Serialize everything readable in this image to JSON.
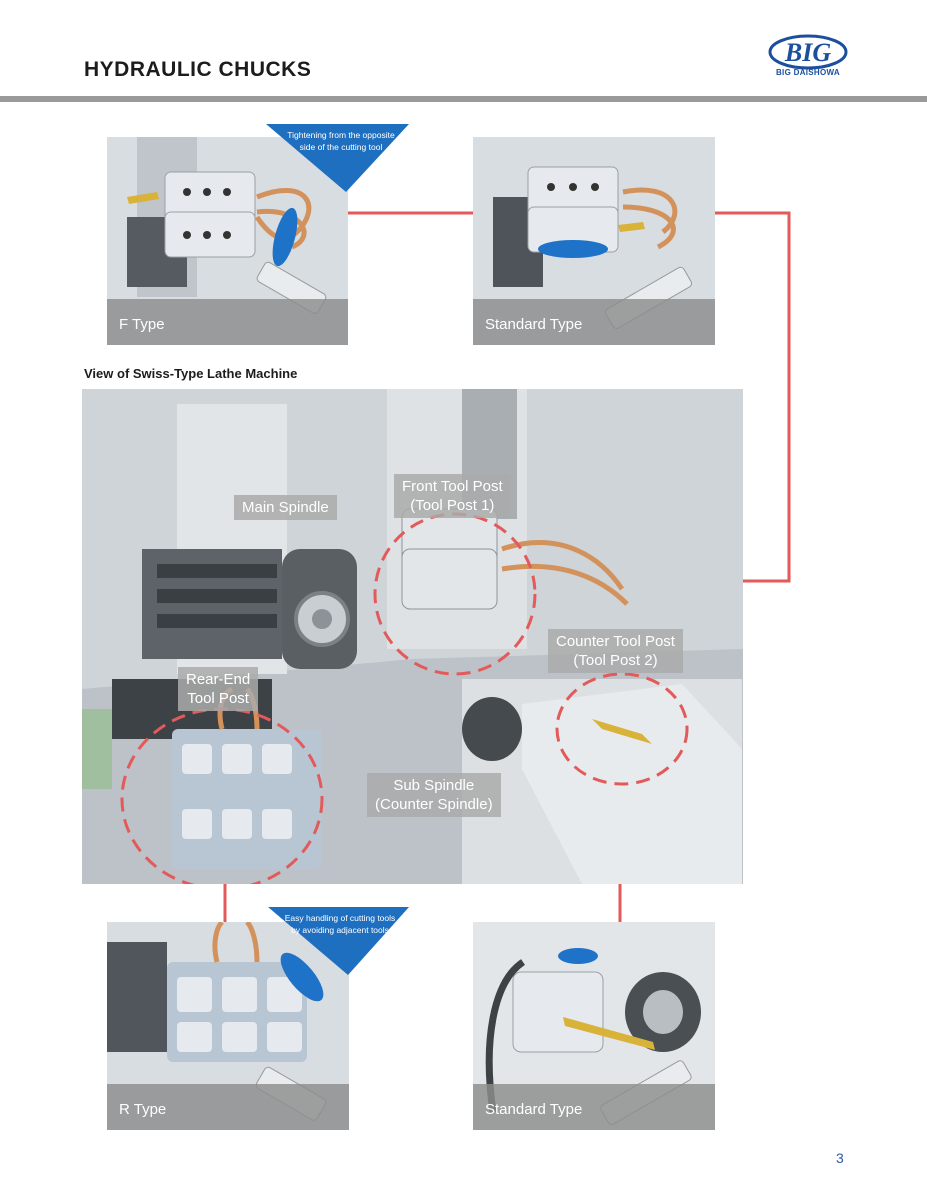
{
  "header": {
    "title": "HYDRAULIC CHUCKS",
    "logo_text": "BIG",
    "logo_subtext": "BIG DAISHOWA"
  },
  "colors": {
    "brand_blue": "#1b4f9e",
    "callout_blue": "#1f6fc0",
    "connector_red": "#e25a5a",
    "caption_gray": "#8c8c8c",
    "label_gray": "#aaaaaa"
  },
  "panels": {
    "f_type": {
      "caption": "F Type",
      "callout": "Tightening from the opposite side of the cutting tool"
    },
    "standard_top": {
      "caption": "Standard Type"
    },
    "r_type": {
      "caption": "R Type",
      "callout": "Easy handling of cutting tools by avoiding adjacent tools"
    },
    "standard_bottom": {
      "caption": "Standard Type"
    }
  },
  "main": {
    "section_title": "View of Swiss-Type Lathe Machine",
    "labels": {
      "main_spindle": "Main Spindle",
      "front_tool_post": "Front Tool Post\n(Tool Post 1)",
      "counter_tool_post": "Counter Tool Post\n(Tool Post 2)",
      "rear_end_tool_post": "Rear-End\nTool Post",
      "sub_spindle": "Sub Spindle\n(Counter Spindle)"
    }
  },
  "icons": {
    "logo": "big-logo",
    "tools": "hydraulic-chuck-icon"
  },
  "footer": {
    "page_number": "3"
  }
}
